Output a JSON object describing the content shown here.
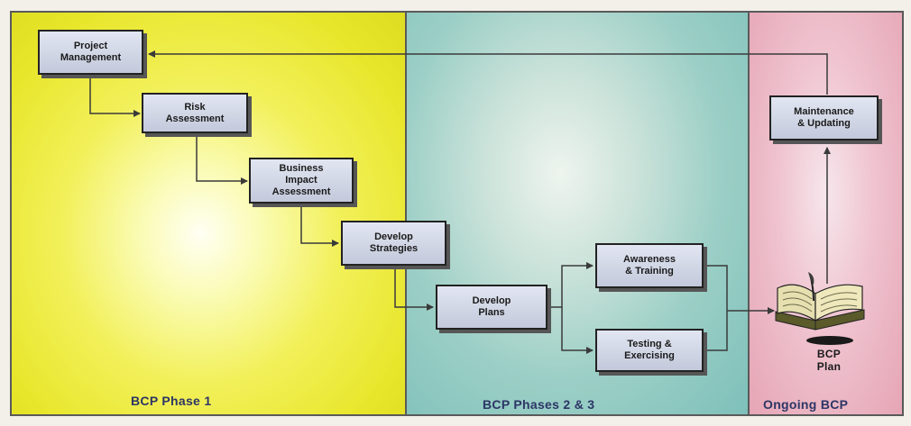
{
  "phases": {
    "phase1": "BCP Phase 1",
    "phase2": "BCP Phases 2 & 3",
    "phase3": "Ongoing BCP"
  },
  "steps": {
    "project_management": "Project\nManagement",
    "risk_assessment": "Risk\nAssessment",
    "business_impact": "Business\nImpact\nAssessment",
    "develop_strategies": "Develop\nStrategies",
    "develop_plans": "Develop\nPlans",
    "awareness_training": "Awareness\n& Training",
    "testing_exercising": "Testing &\nExercising",
    "maintenance_updating": "Maintenance\n& Updating"
  },
  "plan_label": "BCP\nPlan",
  "plan_icon": "open-book-icon",
  "colors": {
    "phase1": "#eeec3a",
    "phase2": "#8fc9c1",
    "phase3": "#e8a9b9",
    "box": "#c9cfe0",
    "line": "#3a3a3a",
    "label": "#2d3566"
  }
}
